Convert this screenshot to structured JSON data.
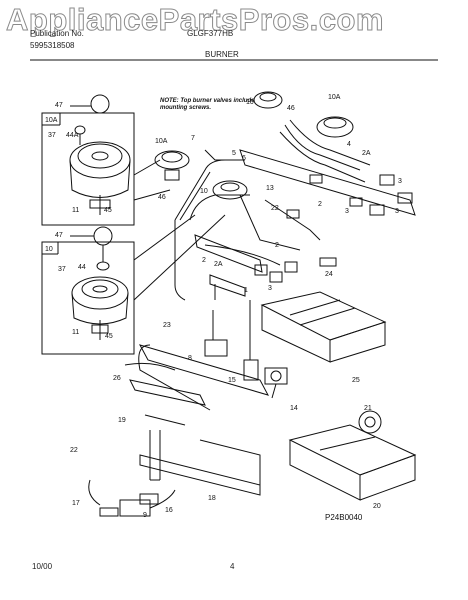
{
  "watermark": "AppliancePartsPros.com",
  "header": {
    "publication_label": "Publication No.",
    "publication_number": "5995318508",
    "model": "GLGF377HB",
    "section_title": "BURNER"
  },
  "note": "NOTE: Top burner valves include mounting screws.",
  "diagram_code": "P24B0040",
  "footer": {
    "date": "10/00",
    "page": "4"
  },
  "callouts": [
    "47",
    "10A",
    "37",
    "44A",
    "11",
    "45",
    "47",
    "10",
    "37",
    "44",
    "11",
    "45",
    "7",
    "10A",
    "5",
    "46",
    "10",
    "6",
    "13",
    "10",
    "46",
    "10A",
    "4",
    "2A",
    "3",
    "22",
    "2",
    "3",
    "2",
    "2A",
    "1",
    "3",
    "24",
    "23",
    "25",
    "8",
    "15",
    "26",
    "14",
    "19",
    "21",
    "22",
    "18",
    "20",
    "17",
    "16",
    "9",
    "2",
    "3"
  ]
}
